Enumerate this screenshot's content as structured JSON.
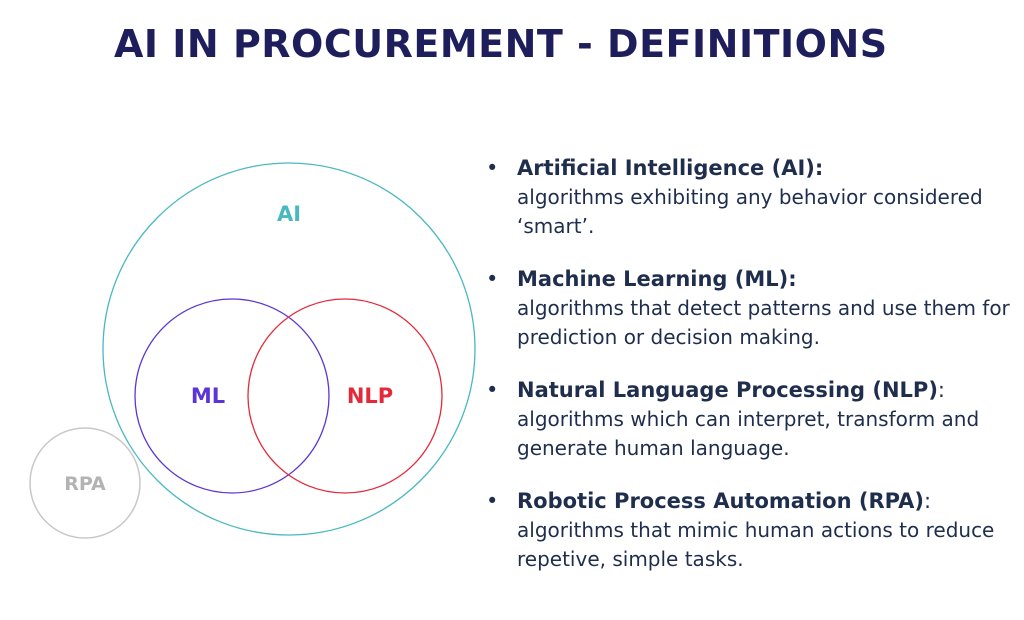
{
  "title": "AI IN PROCUREMENT - DEFINITIONS",
  "diagram": {
    "circles": [
      {
        "label": "AI",
        "color": "#4ab8c1"
      },
      {
        "label": "ML",
        "color": "#5b35d5"
      },
      {
        "label": "NLP",
        "color": "#e32a3a"
      },
      {
        "label": "RPA",
        "color": "#b3b3b3"
      }
    ]
  },
  "definitions": [
    {
      "term": "Artificial Intelligence (AI):",
      "suffix": "",
      "description": "algorithms exhibiting any behavior considered ‘smart’."
    },
    {
      "term": "Machine Learning (ML):",
      "suffix": "",
      "description": "algorithms that detect patterns and use them for prediction or decision making."
    },
    {
      "term": "Natural Language Processing (NLP)",
      "suffix": ":",
      "description": "algorithms which can interpret, transform and generate human language."
    },
    {
      "term": "Robotic Process Automation (RPA)",
      "suffix": ":",
      "description": "algorithms that mimic human actions to reduce repetive, simple tasks."
    }
  ],
  "bullet_glyph": "•"
}
